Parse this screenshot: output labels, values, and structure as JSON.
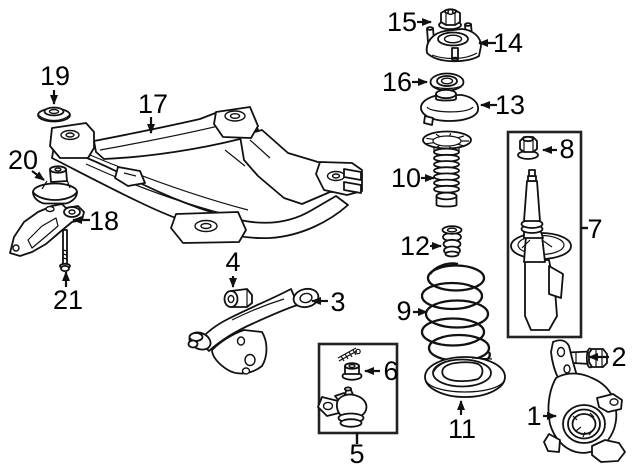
{
  "diagram": {
    "background_color": "#ffffff",
    "line_color": "#111111",
    "label_color": "#000000"
  },
  "callouts": [
    {
      "number": "1",
      "target": "steering-knuckle"
    },
    {
      "number": "2",
      "target": "knuckle-pinch-bolt"
    },
    {
      "number": "3",
      "target": "lower-control-arm"
    },
    {
      "number": "4",
      "target": "control-arm-bushing"
    },
    {
      "number": "5",
      "target": "ball-joint-kit"
    },
    {
      "number": "6",
      "target": "castle-nut"
    },
    {
      "number": "7",
      "target": "strut-assembly"
    },
    {
      "number": "8",
      "target": "strut-rod-nut"
    },
    {
      "number": "9",
      "target": "coil-spring"
    },
    {
      "number": "10",
      "target": "dust-boot"
    },
    {
      "number": "11",
      "target": "lower-spring-insulator"
    },
    {
      "number": "12",
      "target": "bump-stop"
    },
    {
      "number": "13",
      "target": "upper-spring-seat"
    },
    {
      "number": "14",
      "target": "strut-mount"
    },
    {
      "number": "15",
      "target": "strut-mount-nut"
    },
    {
      "number": "16",
      "target": "mount-bearing"
    },
    {
      "number": "17",
      "target": "suspension-crossmember"
    },
    {
      "number": "18",
      "target": "crossmember-brace"
    },
    {
      "number": "19",
      "target": "crossmember-cushion-upper"
    },
    {
      "number": "20",
      "target": "crossmember-cushion-lower"
    },
    {
      "number": "21",
      "target": "brace-bolt"
    }
  ]
}
